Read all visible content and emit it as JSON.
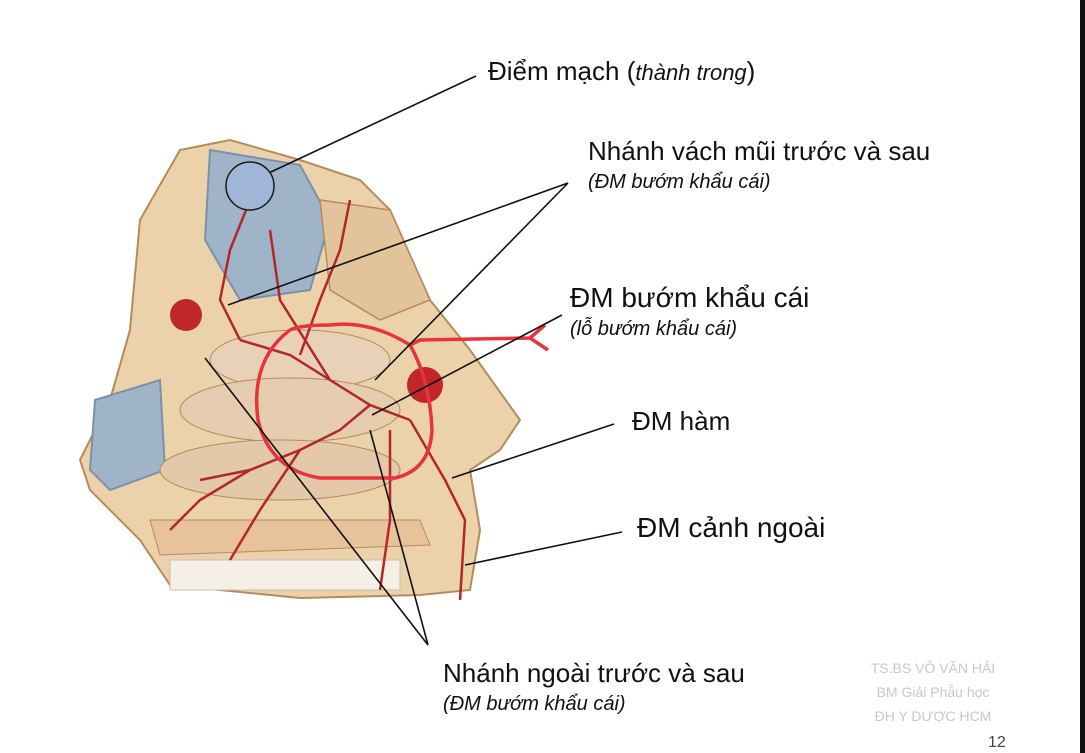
{
  "labels": {
    "diem_mach_main": "Điểm mạch (",
    "diem_mach_italic": "thành trong",
    "diem_mach_close": ")",
    "nhanh_vach_main": "Nhánh vách mũi trước và sau",
    "nhanh_vach_sub": "(ĐM bướm khẩu cái)",
    "dm_buom_main": "ĐM bướm khẩu cái",
    "dm_buom_sub": "(lỗ bướm khẩu cái)",
    "dm_ham": "ĐM hàm",
    "dm_canh_ngoai": "ĐM cảnh ngoài",
    "nhanh_ngoai_main": "Nhánh ngoài trước và sau",
    "nhanh_ngoai_sub": "(ĐM bướm khẩu cái)"
  },
  "watermark": {
    "line1": "TS.BS VÕ VĂN HẢI",
    "line2": "BM Giải Phẫu học",
    "line3": "ĐH Y DƯỢC HCM"
  },
  "page_number": "12",
  "colors": {
    "artery": "#b3262a",
    "bone": "#e9c9a0",
    "mucosa": "#a8b8c8",
    "annotation_red": "#e8333c",
    "circle_fill": "#9fb6d6"
  }
}
